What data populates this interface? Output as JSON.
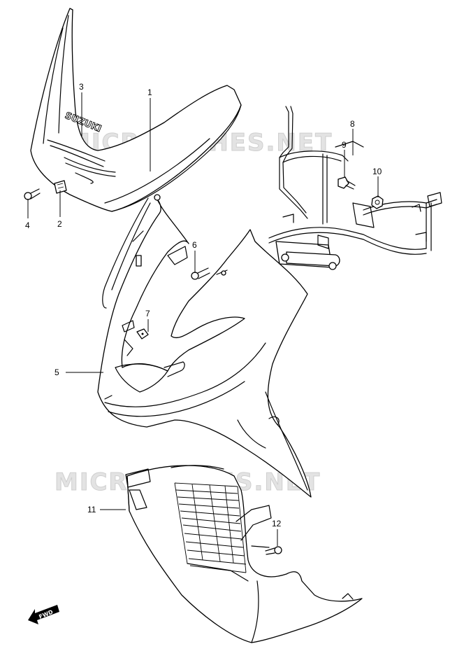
{
  "watermarks": [
    "MICROFICHES.NET",
    "MICROFICHES.NET"
  ],
  "brand_logo": "SUZUKI",
  "direction_label": "FWD",
  "callouts": {
    "p1": "1",
    "p2": "2",
    "p3": "3",
    "p4": "4",
    "p5": "5",
    "p6": "6",
    "p7": "7",
    "p8": "8",
    "p9": "9",
    "p10": "10",
    "p11": "11",
    "p12": "12"
  }
}
